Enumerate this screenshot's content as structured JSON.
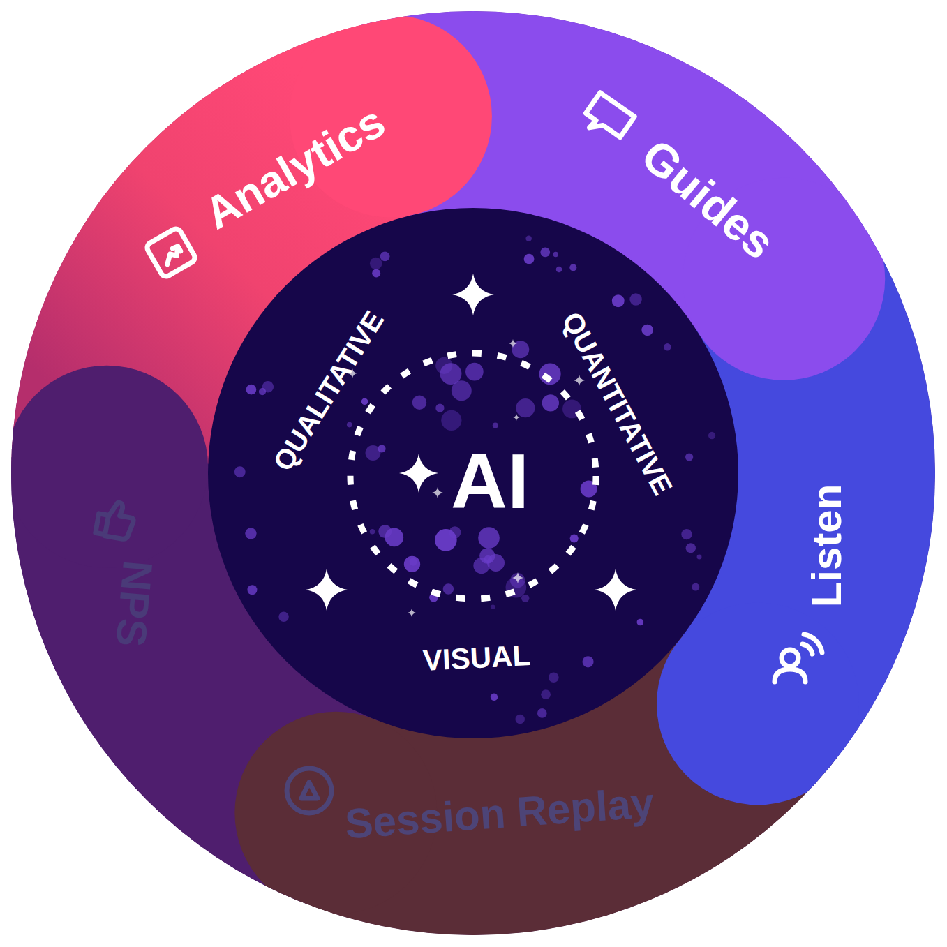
{
  "diagram": {
    "nodes": [
      {
        "text": [
          "Analytics"
        ]
      },
      {
        "text": [
          "Guides"
        ]
      },
      {
        "text": [
          "Listen"
        ]
      },
      {
        "text": [
          "Session Replay"
        ]
      },
      {
        "text": [
          "NPS"
        ]
      },
      {
        "text": [
          "QUALITATIVE",
          "QUANTITATIVE",
          "AI",
          "VISUAL"
        ]
      }
    ]
  }
}
